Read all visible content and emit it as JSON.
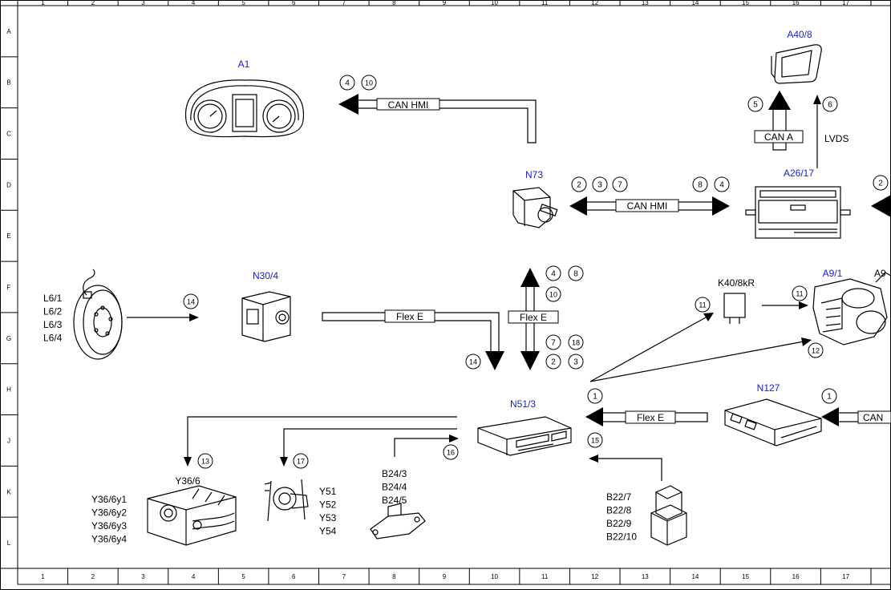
{
  "grid": {
    "columns": [
      "1",
      "2",
      "3",
      "4",
      "5",
      "6",
      "7",
      "8",
      "9",
      "10",
      "11",
      "12",
      "13",
      "14",
      "15",
      "16",
      "17"
    ],
    "rows": [
      "A",
      "B",
      "C",
      "D",
      "E",
      "F",
      "G",
      "H",
      "J",
      "K",
      "L"
    ]
  },
  "colors": {
    "component_label": "#1a1ad6",
    "line": "#000000",
    "ink": "#000000"
  },
  "components": {
    "a1": "A1",
    "a40_8": "A40/8",
    "n73": "N73",
    "a26_17": "A26/17",
    "n30_4": "N30/4",
    "a9_1": "A9/1",
    "a9_partial": "A9",
    "n51_3": "N51/3",
    "n127": "N127",
    "k40": "K40/8kR",
    "l6": [
      "L6/1",
      "L6/2",
      "L6/3",
      "L6/4"
    ],
    "y36_6": "Y36/6",
    "y36_6y": [
      "Y36/6y1",
      "Y36/6y2",
      "Y36/6y3",
      "Y36/6y4"
    ],
    "y5x": [
      "Y51",
      "Y52",
      "Y53",
      "Y54"
    ],
    "b24": [
      "B24/3",
      "B24/4",
      "B24/5"
    ],
    "b22": [
      "B22/7",
      "B22/8",
      "B22/9",
      "B22/10"
    ]
  },
  "buses": {
    "can_hmi": "CAN HMI",
    "can_a": "CAN A",
    "can_partial": "CAN",
    "lvds": "LVDS",
    "flex_e": "Flex E"
  },
  "markers": [
    "1",
    "2",
    "3",
    "4",
    "5",
    "6",
    "7",
    "8",
    "10",
    "11",
    "12",
    "13",
    "14",
    "15",
    "16",
    "17",
    "18"
  ]
}
